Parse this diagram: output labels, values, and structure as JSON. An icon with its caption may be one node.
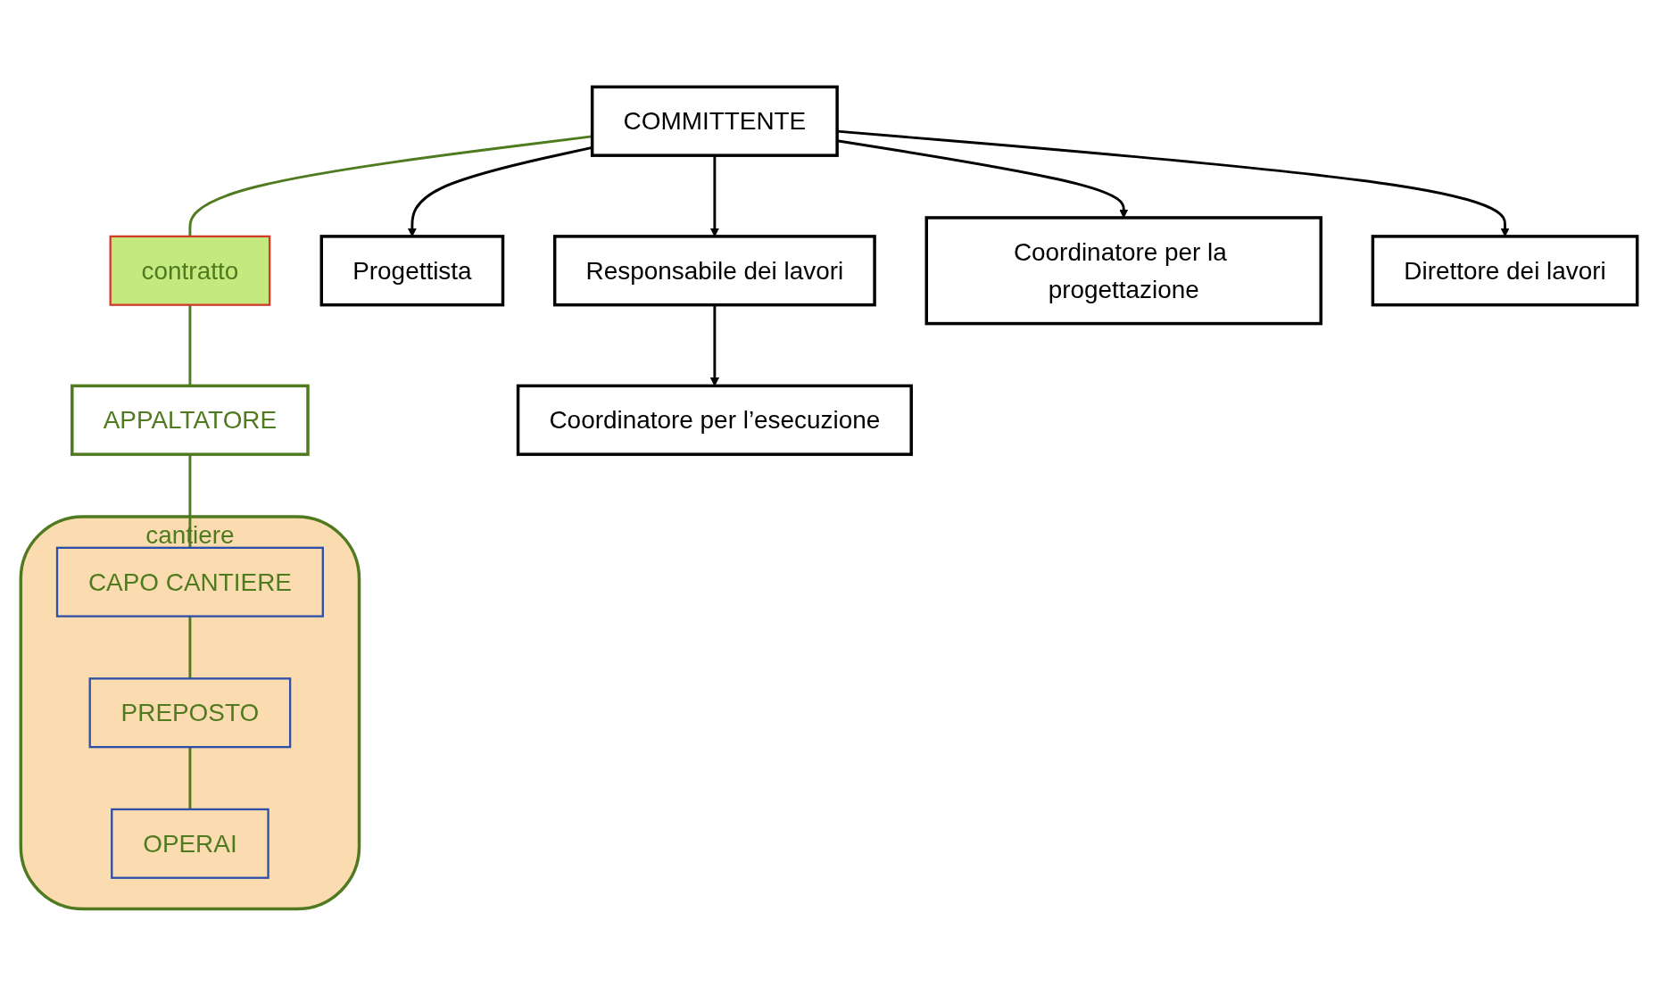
{
  "diagram": {
    "nodes": [
      {
        "text": [
          "COMMITTENTE"
        ]
      },
      {
        "text": [
          "contratto"
        ]
      },
      {
        "text": [
          "APPALTATORE"
        ]
      },
      {
        "text": [
          "Progettista"
        ]
      },
      {
        "text": [
          "Responsabile dei lavori"
        ]
      },
      {
        "text": [
          "cantiere"
        ]
      },
      {
        "text": [
          "CAPO CANTIERE"
        ],
        "in": 5
      },
      {
        "text": [
          "Coordinatore per la progettazione"
        ]
      },
      {
        "text": [
          "PREPOSTO"
        ],
        "in": 5
      },
      {
        "text": [
          "Coordinatore per l’esecuzione"
        ]
      },
      {
        "text": [
          "OPERAI"
        ],
        "in": 5
      },
      {
        "text": [
          "Direttore dei lavori"
        ]
      }
    ],
    "edges": [
      {
        "from": 0,
        "to": 1,
        "arrow": "none",
        "color": "#4f7a1f"
      },
      {
        "from": 1,
        "to": 2,
        "arrow": "none",
        "color": "#4f7a1f"
      },
      {
        "from": 0,
        "to": 3,
        "arrow": "to",
        "color": "#000000"
      },
      {
        "from": 0,
        "to": 4,
        "arrow": "to",
        "color": "#000000"
      },
      {
        "from": 0,
        "to": 7,
        "arrow": "to",
        "color": "#000000"
      },
      {
        "from": 4,
        "to": 9,
        "arrow": "to",
        "color": "#000000"
      },
      {
        "from": 0,
        "to": 11,
        "arrow": "to",
        "color": "#000000"
      },
      {
        "from": 2,
        "to": 6,
        "arrow": "none",
        "color": "#4f7a1f"
      },
      {
        "from": 6,
        "to": 8,
        "arrow": "none",
        "color": "#4f7a1f"
      },
      {
        "from": 8,
        "to": 10,
        "arrow": "none",
        "color": "#4f7a1f"
      }
    ]
  }
}
